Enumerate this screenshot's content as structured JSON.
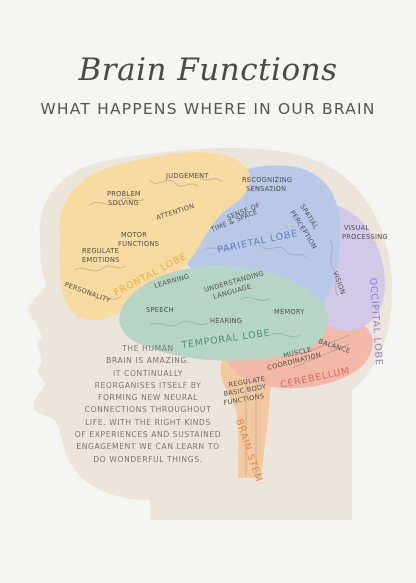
{
  "header": {
    "title": "Brain Functions",
    "subtitle": "WHAT HAPPENS WHERE IN OUR BRAIN"
  },
  "lobes": {
    "frontal": "FRONTAL LOBE",
    "parietal": "PARIETAL LOBE",
    "temporal": "TEMPORAL LOBE",
    "occipital": "OCCIPITAL LOBE",
    "cerebellum": "CEREBELLUM",
    "brain_stem": "BRAIN STEM"
  },
  "functions": {
    "judgement": "JUDGEMENT",
    "problem": "PROBLEM",
    "solving": "SOLVING",
    "attention": "ATTENTION",
    "motor": "MOTOR",
    "functions_word": "FUNCTIONS",
    "regulate": "REGULATE",
    "emotions": "EMOTIONS",
    "personality": "PERSONALITY",
    "recognizing": "RECOGNIZING",
    "sensation": "SENSATION",
    "sense_of": "SENSE OF",
    "time_space": "TIME & SPACE",
    "spatial": "SPATIAL",
    "perception": "PERCEPTION",
    "visual": "VISUAL",
    "processing": "PROCESSING",
    "vision": "VISION",
    "learning": "LEARNING",
    "understanding": "UNDERSTANDING",
    "language": "LANGUAGE",
    "speech": "SPEECH",
    "hearing": "HEARING",
    "memory": "MEMORY",
    "balance": "BALANCE",
    "muscle": "MUSCLE",
    "coordination": "COORDINATION",
    "regulate_body_1": "REGULATE",
    "regulate_body_2": "BASIC BODY",
    "regulate_body_3": "FUNCTIONS"
  },
  "blurb": {
    "lines": [
      "THE HUMAN",
      "BRAIN IS AMAZING.",
      "IT CONTINUALLY",
      "REORGANISES ITSELF BY",
      "FORMING NEW NEURAL",
      "CONNECTIONS THROUGHOUT",
      "LIFE. WITH THE RIGHT KINDS",
      "OF EXPERIENCES AND SUSTAINED",
      "ENGAGEMENT WE CAN LEARN TO",
      "DO WONDERFUL THINGS."
    ]
  },
  "colors": {
    "head": "#ece5dc",
    "frontal": "#f7dba0",
    "parietal": "#b8c9e8",
    "temporal": "#b7d5c6",
    "occipital": "#d2c8e8",
    "cerebellum": "#f2b8a8",
    "stem": "#f4c9a0"
  }
}
